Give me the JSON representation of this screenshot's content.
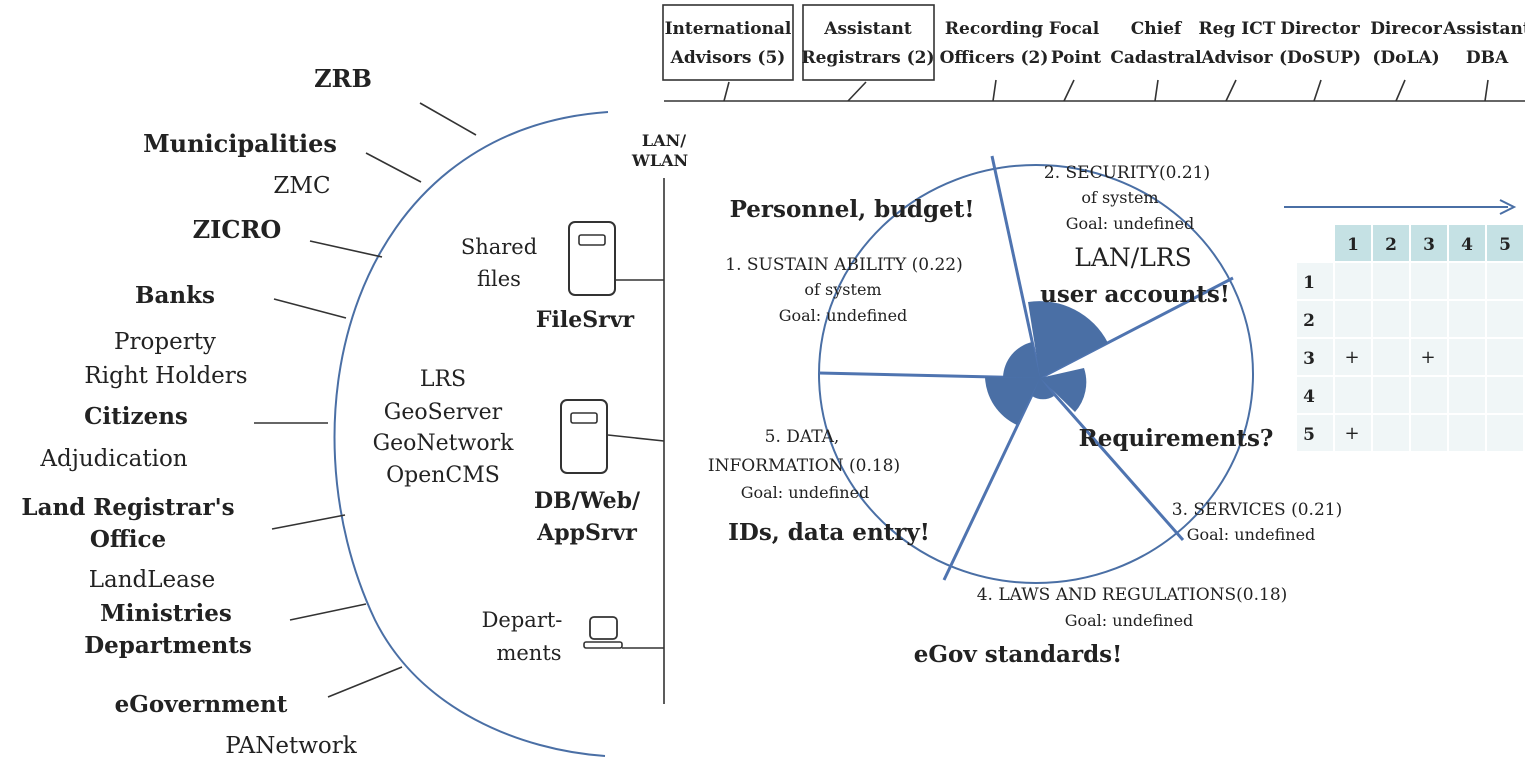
{
  "stakeholders": {
    "zrb": "ZRB",
    "municipalities": "Municipalities",
    "zmc": "ZMC",
    "zicro": "ZICRO",
    "banks": "Banks",
    "property": "Property",
    "right_holders": "Right Holders",
    "citizens": "Citizens",
    "adjudication": "Adjudication",
    "land_registrar_1": "Land Registrar's",
    "land_registrar_2": "Office",
    "landlease": "LandLease",
    "ministries": "Ministries",
    "departments": "Departments",
    "egovernment": "eGovernment",
    "panetwork": "PANetwork"
  },
  "network": {
    "lan_1": "LAN/",
    "lan_2": "WLAN",
    "shared_1": "Shared",
    "shared_2": "files",
    "filesrvr": "FileSrvr",
    "apps": [
      "LRS",
      "GeoServer",
      "GeoNetwork",
      "OpenCMS"
    ],
    "dbweb_1": "DB/Web/",
    "dbweb_2": "AppSrvr",
    "depart_1": "Depart-",
    "depart_2": "ments"
  },
  "roles": [
    {
      "line1": "International",
      "line2": "Advisors (5)",
      "boxed": true
    },
    {
      "line1": "Assistant",
      "line2": "Registrars (2)",
      "boxed": true
    },
    {
      "line1": "Recording",
      "line2": "Officers (2)",
      "boxed": false
    },
    {
      "line1": "Focal",
      "line2": "Point",
      "boxed": false
    },
    {
      "line1": "Chief",
      "line2": "Cadastral",
      "boxed": false
    },
    {
      "line1": "Reg ICT",
      "line2": "Advisor",
      "boxed": false
    },
    {
      "line1": "Director",
      "line2": "(DoSUP)",
      "boxed": false
    },
    {
      "line1": "Direcor",
      "line2": "(DoLA)",
      "boxed": false
    },
    {
      "line1": "Assistant",
      "line2": "DBA",
      "boxed": false
    }
  ],
  "wheel": {
    "security": {
      "title": "2. SECURITY(0.21)",
      "sub": "of system",
      "goal": "Goal: undefined",
      "weight": 0.21
    },
    "sustainability": {
      "title": "1. SUSTAIN ABILITY (0.22)",
      "sub": "of system",
      "goal": "Goal: undefined",
      "weight": 0.22
    },
    "data_1": "5. DATA,",
    "data_2": "INFORMATION (0.18)",
    "data_goal": "Goal: undefined",
    "data_weight": 0.18,
    "services_title": "3. SERVICES (0.21)",
    "services_goal": "Goal: undefined",
    "services_weight": 0.21,
    "laws_title": "4. LAWS AND REGULATIONS(0.18)",
    "laws_goal": "Goal: undefined",
    "laws_weight": 0.18
  },
  "annotations": {
    "personnel": "Personnel, budget!",
    "lan_lrs_1": "LAN/LRS",
    "lan_lrs_2": "user accounts!",
    "requirements": "Requirements?",
    "ids": "IDs, data entry!",
    "egov": "eGov standards!"
  },
  "matrix": {
    "col_headers": [
      "1",
      "2",
      "3",
      "4",
      "5"
    ],
    "row_headers": [
      "1",
      "2",
      "3",
      "4",
      "5"
    ],
    "cells": [
      [
        "",
        "",
        "",
        "",
        ""
      ],
      [
        "",
        "",
        "",
        "",
        ""
      ],
      [
        "+",
        "",
        "+",
        "",
        ""
      ],
      [
        "",
        "",
        "",
        "",
        ""
      ],
      [
        "+",
        "",
        "",
        "",
        ""
      ]
    ]
  },
  "colors": {
    "accent_blue": "#4a6fa5",
    "matrix_header": "#c5e1e4",
    "matrix_cell": "#f0f6f7"
  }
}
